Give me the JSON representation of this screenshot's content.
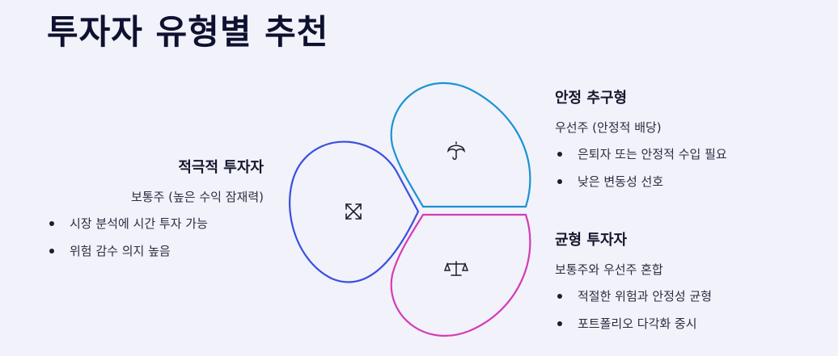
{
  "title": "투자자 유형별 추천",
  "segments": {
    "aggressive": {
      "heading": "적극적 투자자",
      "subtitle": "보통주 (높은 수익 잠재력)",
      "bullets": [
        "시장 분석에 시간 투자 가능",
        "위험 감수 의지 높음"
      ],
      "icon": "crossed-arrows-icon",
      "color": "#3b4fe0"
    },
    "stable": {
      "heading": "안정 추구형",
      "subtitle": "우선주 (안정적 배당)",
      "bullets": [
        "은퇴자 또는 안정적 수입 필요",
        "낮은 변동성 선호"
      ],
      "icon": "umbrella-icon",
      "color": "#1a93d6"
    },
    "balanced": {
      "heading": "균형 투자자",
      "subtitle": "보통주와 우선주 혼합",
      "bullets": [
        "적절한 위험과 안정성 균형",
        "포트폴리오 다각화 중시"
      ],
      "icon": "scales-icon",
      "color": "#d63bb6"
    }
  }
}
